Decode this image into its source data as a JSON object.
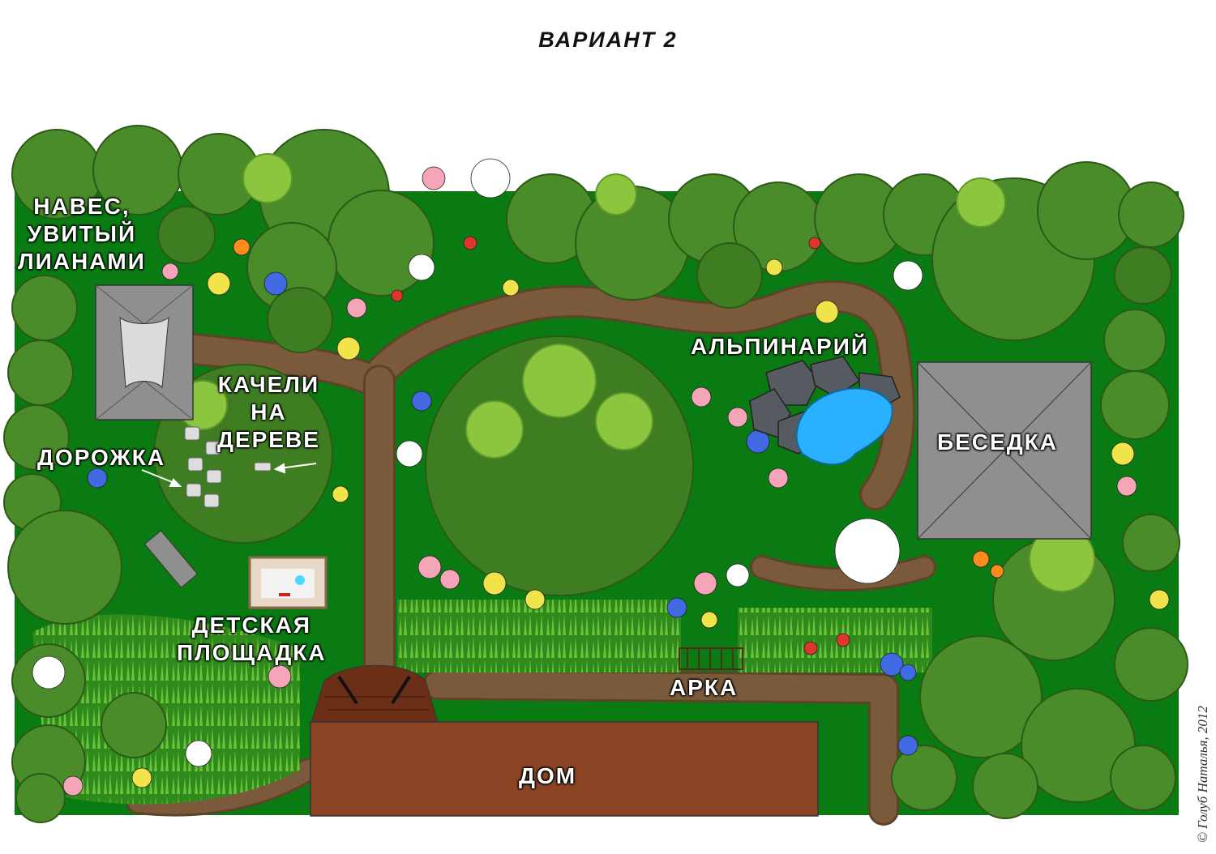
{
  "title": "ВАРИАНТ 2",
  "labels": {
    "canopy": "НАВЕС,\nУВИТЫЙ\nЛИАНАМИ",
    "swing": "КАЧЕЛИ\nНА\nДЕРЕВЕ",
    "path": "ДОРОЖКА",
    "rockery": "АЛЬПИНАРИЙ",
    "gazebo": "БЕСЕДКА",
    "playground": "ДЕТСКАЯ\nПЛОЩАДКА",
    "arch": "АРКА",
    "house": "ДОМ"
  },
  "copyright": "© Голуб Наталья, 2012",
  "colors": {
    "lawn": "#0a7a12",
    "path": "#7a5a3a",
    "house": "#8a4424",
    "roof": "#8f8f8f",
    "water": "#2ab0ff",
    "tree_dark": "#3f7d22",
    "tree_light": "#8cc63f"
  }
}
